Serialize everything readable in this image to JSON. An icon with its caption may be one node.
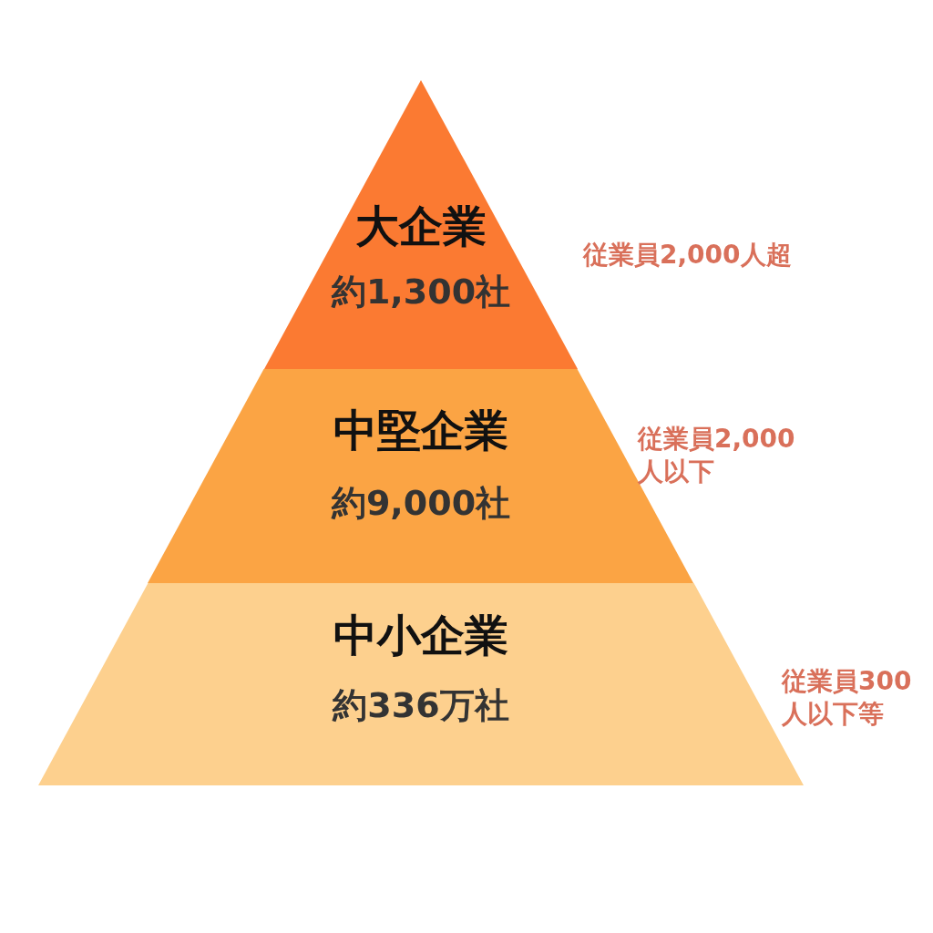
{
  "diagram": {
    "nodes": [
      {
        "text": [
          "大企業",
          "約1,300社"
        ],
        "beside": [
          "従業員2,000人超"
        ]
      },
      {
        "text": [
          "中堅企業",
          "約9,000社"
        ],
        "beside": [
          "従業員2,000人以下"
        ]
      },
      {
        "text": [
          "中小企業",
          "約336万社"
        ],
        "beside": [
          "従業員300人以下等"
        ]
      }
    ],
    "edges": []
  }
}
